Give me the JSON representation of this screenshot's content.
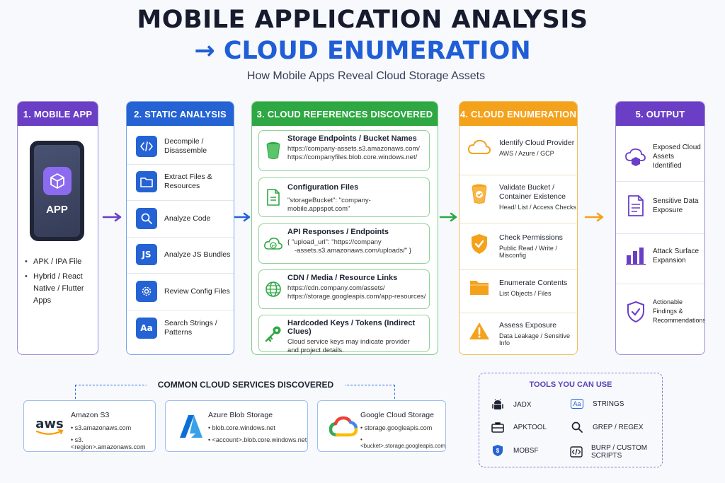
{
  "header": {
    "title_line1": "MOBILE APPLICATION ANALYSIS",
    "title_line2": "→ CLOUD ENUMERATION",
    "subtitle": "How Mobile Apps Reveal Cloud Storage Assets"
  },
  "columns": {
    "mobile_app": {
      "title": "1. MOBILE APP",
      "app_label": "APP",
      "bullets": [
        "APK / IPA File",
        "Hybrid / React Native / Flutter Apps"
      ]
    },
    "static_analysis": {
      "title": "2. STATIC ANALYSIS",
      "items": [
        {
          "label": "Decompile / Disassemble",
          "icon": "code-icon"
        },
        {
          "label": "Extract Files & Resources",
          "icon": "folder-icon"
        },
        {
          "label": "Analyze Code",
          "icon": "magnifier-icon"
        },
        {
          "label": "Analyze JS Bundles",
          "icon": "js-icon"
        },
        {
          "label": "Review Config Files",
          "icon": "gear-icon"
        },
        {
          "label": "Search Strings / Patterns",
          "icon": "text-icon"
        }
      ]
    },
    "cloud_references": {
      "title": "3. CLOUD REFERENCES DISCOVERED",
      "cards": [
        {
          "title": "Storage Endpoints / Bucket Names",
          "lines": [
            "https://company-assets.s3.amazonaws.com/",
            "https://companyfiles.blob.core.windows.net/"
          ],
          "icon": "bucket-icon"
        },
        {
          "title": "Configuration Files",
          "lines": [
            "\"storageBucket\": \"company-mobile.appspot.com\""
          ],
          "icon": "file-icon"
        },
        {
          "title": "API Responses / Endpoints",
          "lines": [
            "{ \"upload_url\": \"https://company",
            "-assets.s3.amazonaws.com/uploads/\" }"
          ],
          "icon": "cloud-api-icon"
        },
        {
          "title": "CDN / Media / Resource Links",
          "lines": [
            "https://cdn.company.com/assets/",
            "https://storage.googleapis.com/app-resources/"
          ],
          "icon": "globe-icon"
        },
        {
          "title": "Hardcoded Keys / Tokens (Indirect Clues)",
          "lines": [
            "Cloud service keys may indicate provider",
            "and project details."
          ],
          "icon": "key-icon"
        }
      ]
    },
    "cloud_enumeration": {
      "title": "4. CLOUD ENUMERATION",
      "items": [
        {
          "title": "Identify Cloud Provider",
          "detail": "AWS / Azure / GCP",
          "icon": "cloud-icon"
        },
        {
          "title": "Validate Bucket / Container Existence",
          "detail": "Head/ List / Access Checks",
          "icon": "bucket-check-icon"
        },
        {
          "title": "Check Permissions",
          "detail": "Public Read / Write / Misconfig",
          "icon": "shield-check-icon"
        },
        {
          "title": "Enumerate Contents",
          "detail": "List Objects / Files",
          "icon": "folder-icon"
        },
        {
          "title": "Assess Exposure",
          "detail": "Data Leakage / Sensitive Info",
          "icon": "warning-icon"
        }
      ]
    },
    "output": {
      "title": "5. OUTPUT",
      "items": [
        {
          "label": "Exposed Cloud Assets Identified",
          "icon": "cloud-box-icon"
        },
        {
          "label": "Sensitive Data Exposure",
          "icon": "document-icon"
        },
        {
          "label": "Attack Surface Expansion",
          "icon": "bar-chart-icon"
        },
        {
          "label": "Actionable Findings & Recommendations",
          "icon": "shield-check-icon"
        }
      ]
    }
  },
  "services": {
    "title": "COMMON CLOUD SERVICES DISCOVERED",
    "items": [
      {
        "name": "Amazon S3",
        "lines": [
          "s3.amazonaws.com",
          "s3.<region>.amazonaws.com"
        ],
        "logo": "aws-logo"
      },
      {
        "name": "Azure Blob Storage",
        "lines": [
          "blob.core.windows.net",
          "<account>.blob.core.windows.net"
        ],
        "logo": "azure-logo"
      },
      {
        "name": "Google Cloud Storage",
        "lines": [
          "storage.googleapis.com",
          "<bucket>.storage.googleapis.com"
        ],
        "logo": "gcp-logo"
      }
    ]
  },
  "tools": {
    "title": "TOOLS YOU CAN USE",
    "items": [
      {
        "label": "JADX",
        "icon": "android-icon"
      },
      {
        "label": "STRINGS",
        "icon": "text-icon"
      },
      {
        "label": "APKTOOL",
        "icon": "toolbox-icon"
      },
      {
        "label": "GREP / REGEX",
        "icon": "magnifier-icon"
      },
      {
        "label": "MOBSF",
        "icon": "shield-icon"
      },
      {
        "label": "BURP / CUSTOM SCRIPTS",
        "icon": "code-icon"
      }
    ]
  },
  "colors": {
    "purple": "#6a3fc6",
    "blue": "#2563d4",
    "green": "#2ea843",
    "orange": "#f4a21c"
  }
}
